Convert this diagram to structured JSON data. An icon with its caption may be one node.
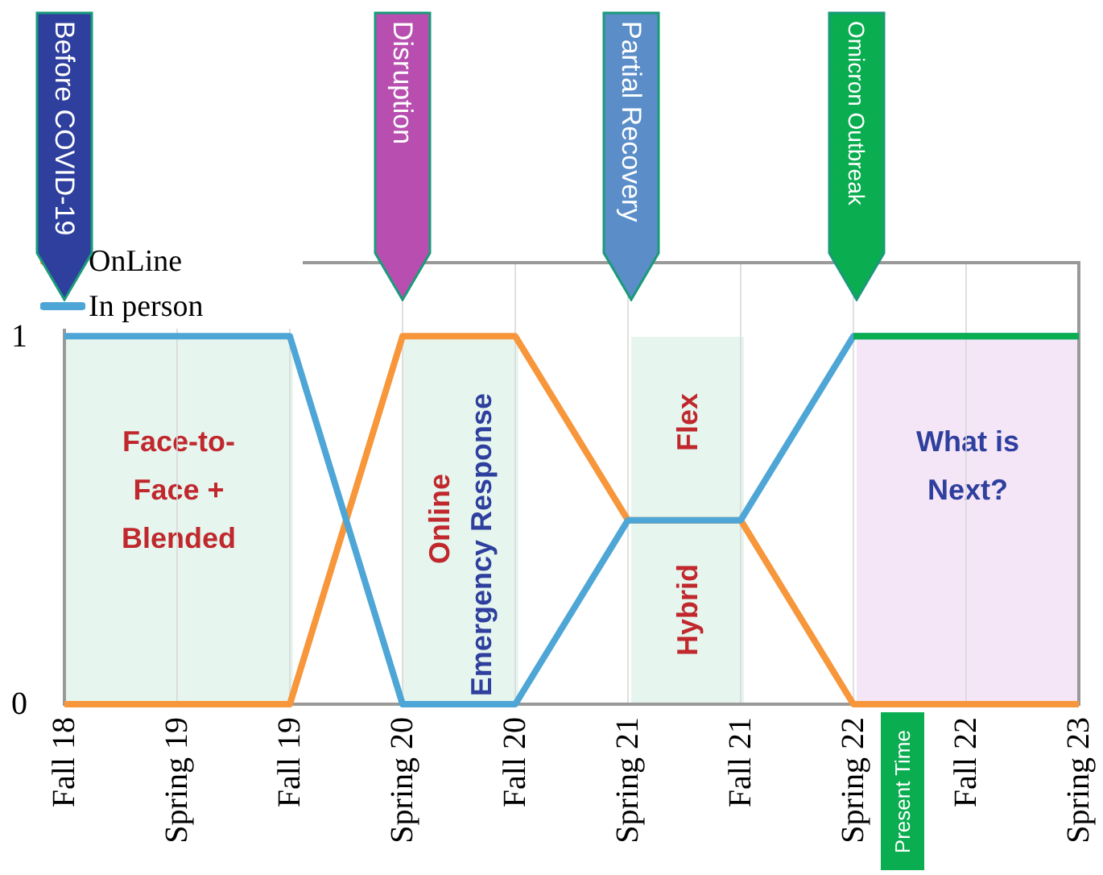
{
  "diagram": {
    "nodes": [
      {
        "text": [
          "Before COVID-19"
        ]
      },
      {
        "text": [
          "Disruption"
        ]
      },
      {
        "text": [
          "Partial Recovery"
        ]
      },
      {
        "text": [
          "Omicron Outbreak"
        ]
      },
      {
        "text": [
          "Face-to-Face + Blended"
        ]
      },
      {
        "text": [
          "Online",
          "Emergency Response"
        ]
      },
      {
        "text": [
          "Flex",
          "Hybrid"
        ]
      },
      {
        "text": [
          "What is Next?"
        ]
      },
      {
        "text": [
          "Present Time"
        ]
      }
    ],
    "chart_data": {
      "type": "line",
      "categories": [
        "Fall 18",
        "Spring 19",
        "Fall 19",
        "Spring 20",
        "Fall 20",
        "Spring 21",
        "Fall 21",
        "Spring 22",
        "Fall 22",
        "Spring 23"
      ],
      "series": [
        {
          "name": "OnLine",
          "color": "#f7963a",
          "values": [
            0,
            0,
            0,
            1,
            1,
            0.5,
            0.5,
            0,
            0,
            0
          ]
        },
        {
          "name": "In person",
          "color": "#4ea6d6",
          "values": [
            1,
            1,
            1,
            0,
            0,
            0.5,
            0.5,
            1,
            1,
            1
          ]
        },
        {
          "color": "#0aad4f",
          "values": [
            null,
            null,
            null,
            null,
            null,
            null,
            null,
            1,
            1,
            1
          ]
        }
      ],
      "grid": true,
      "legend": "top-left",
      "ylim": [
        0,
        1.2
      ],
      "yticks": [
        0,
        1
      ]
    }
  }
}
